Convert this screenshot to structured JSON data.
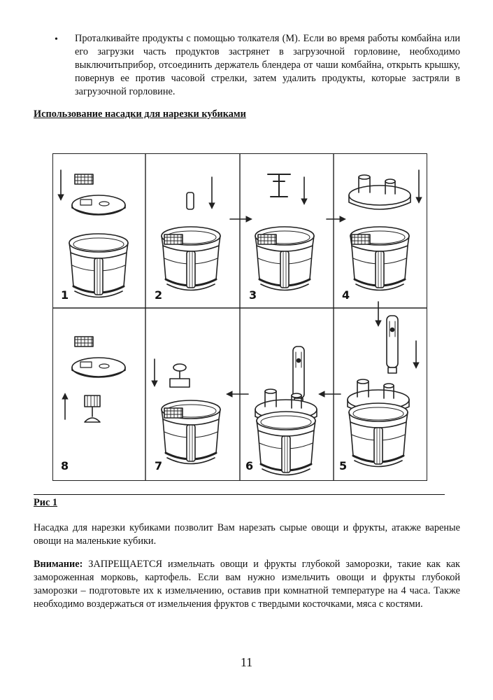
{
  "bullet": {
    "symbol": "•",
    "text": "Проталкивайте продукты с помощью толкателя (M). Если во время работы комбайна или его загрузки часть продуктов застрянет в загрузочной горловине, необходимо выключитьприбор, отсоединить держатель блендера от чаши комбайна, открыть крышку, повернув ее против часовой стрелки, затем удалить продукты, которые застряли в загрузочной горловине."
  },
  "section_heading": "Использование насадки для нарезки кубиками",
  "figure": {
    "step_numbers": [
      "1",
      "2",
      "3",
      "4",
      "8",
      "7",
      "6",
      "5"
    ]
  },
  "caption": "Рис 1",
  "paragraph1": "Насадка для нарезки кубиками позволит Вам нарезать сырые овощи и фрукты, атакже вареные овощи на маленькие кубики.",
  "warning": {
    "label": "Внимание:",
    "text": " ЗАПРЕЩАЕТСЯ измельчать овощи и фрукты глубокой заморозки, такие как как замороженная морковь, картофель. Если вам нужно измельчить овощи и фрукты глубокой заморозки – подготовьте их к измельчению, оставив при комнатной температуре на 4 часа. Также необходимо воздержаться от измельчения фруктов с твердыми косточками, мяса с костями."
  },
  "page_number": "11"
}
